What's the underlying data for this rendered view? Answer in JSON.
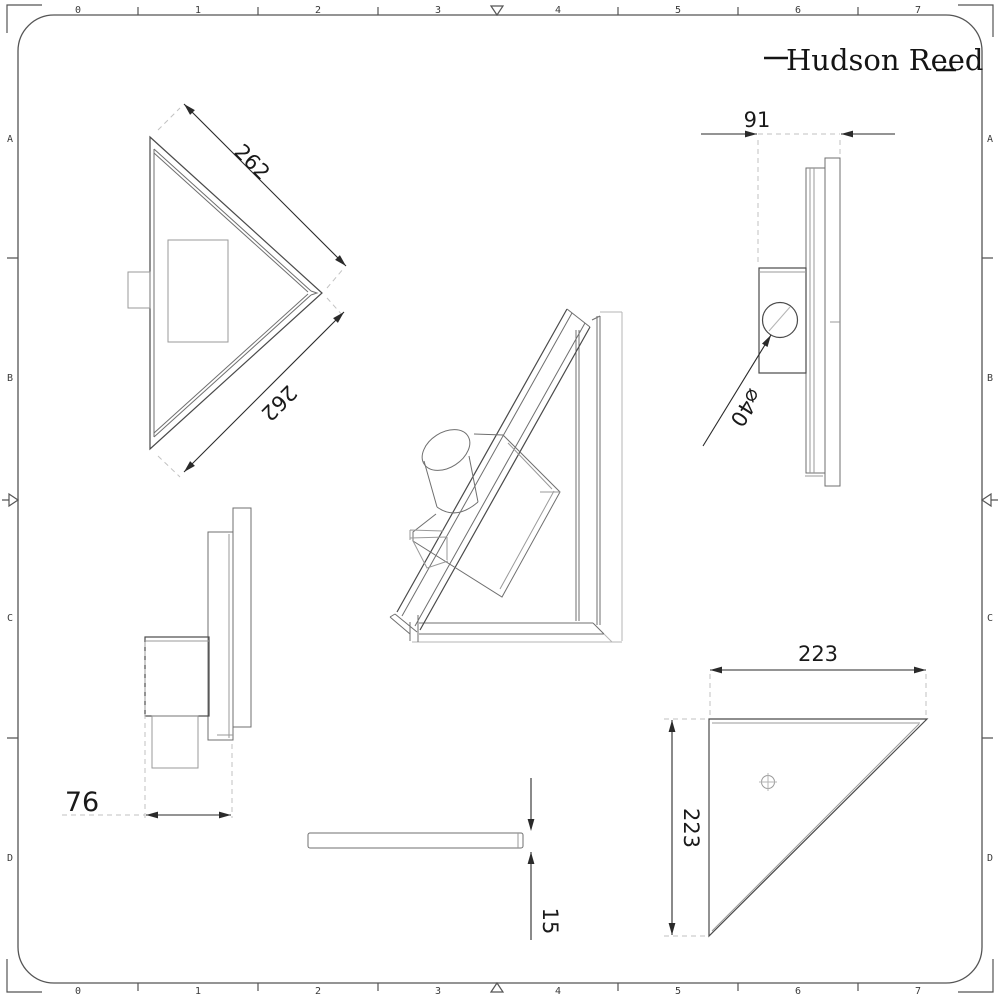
{
  "logo": {
    "text": "Hudson Reed"
  },
  "ruler": {
    "horizontal": [
      "0",
      "1",
      "2",
      "3",
      "4",
      "5",
      "6",
      "7"
    ],
    "vertical": [
      "A",
      "B",
      "C",
      "D"
    ]
  },
  "views": {
    "front": {
      "dim_top": "262",
      "dim_bottom": "262"
    },
    "side_right": {
      "dim_width": "91",
      "dim_diameter": "⌀40"
    },
    "side_left": {
      "dim_depth": "76"
    },
    "edge_profile": {
      "dim_thickness": "15"
    },
    "plan": {
      "dim_width": "223",
      "dim_height": "223"
    }
  }
}
